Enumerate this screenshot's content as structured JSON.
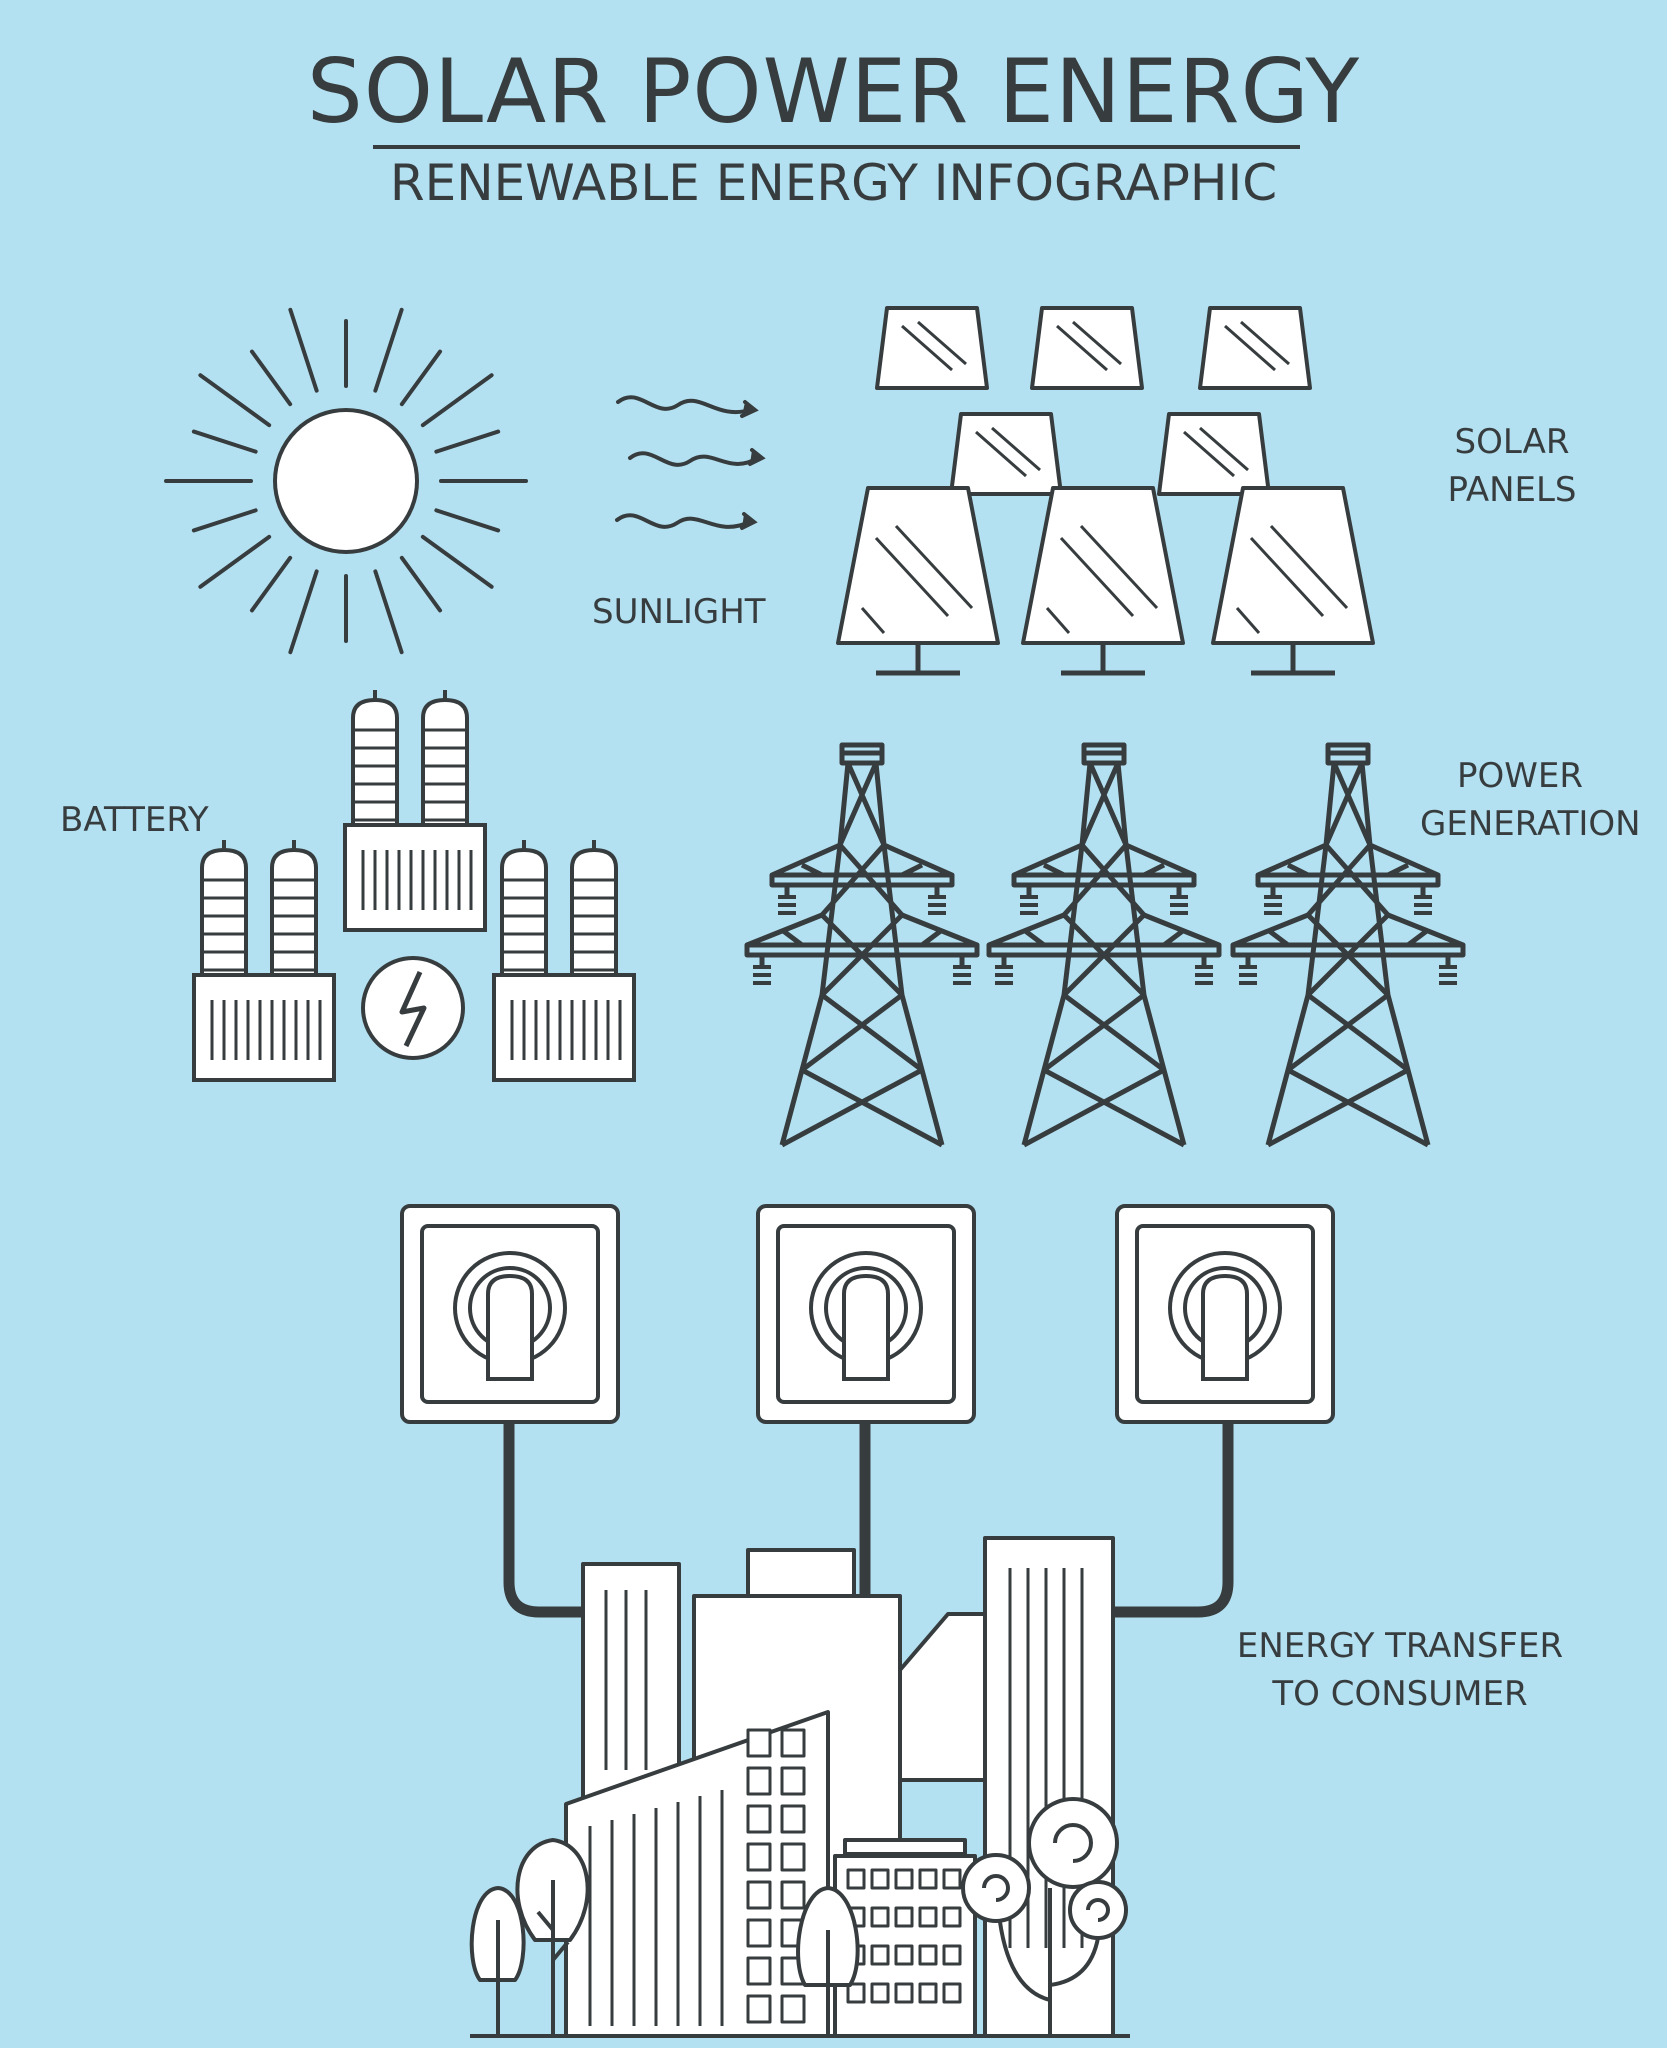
{
  "header": {
    "title": "SOLAR POWER ENERGY",
    "subtitle": "RENEWABLE ENERGY INFOGRAPHIC"
  },
  "labels": {
    "sunlight": "SUNLIGHT",
    "solar_panels": [
      "SOLAR",
      "PANELS"
    ],
    "battery": "BATTERY",
    "power_generation": [
      "POWER",
      "GENERATION"
    ],
    "energy_transfer": [
      "ENERGY TRANSFER",
      "TO CONSUMER"
    ]
  },
  "colors": {
    "background": "#b4e1f1",
    "stroke": "#373d3f",
    "fill": "#ffffff"
  }
}
